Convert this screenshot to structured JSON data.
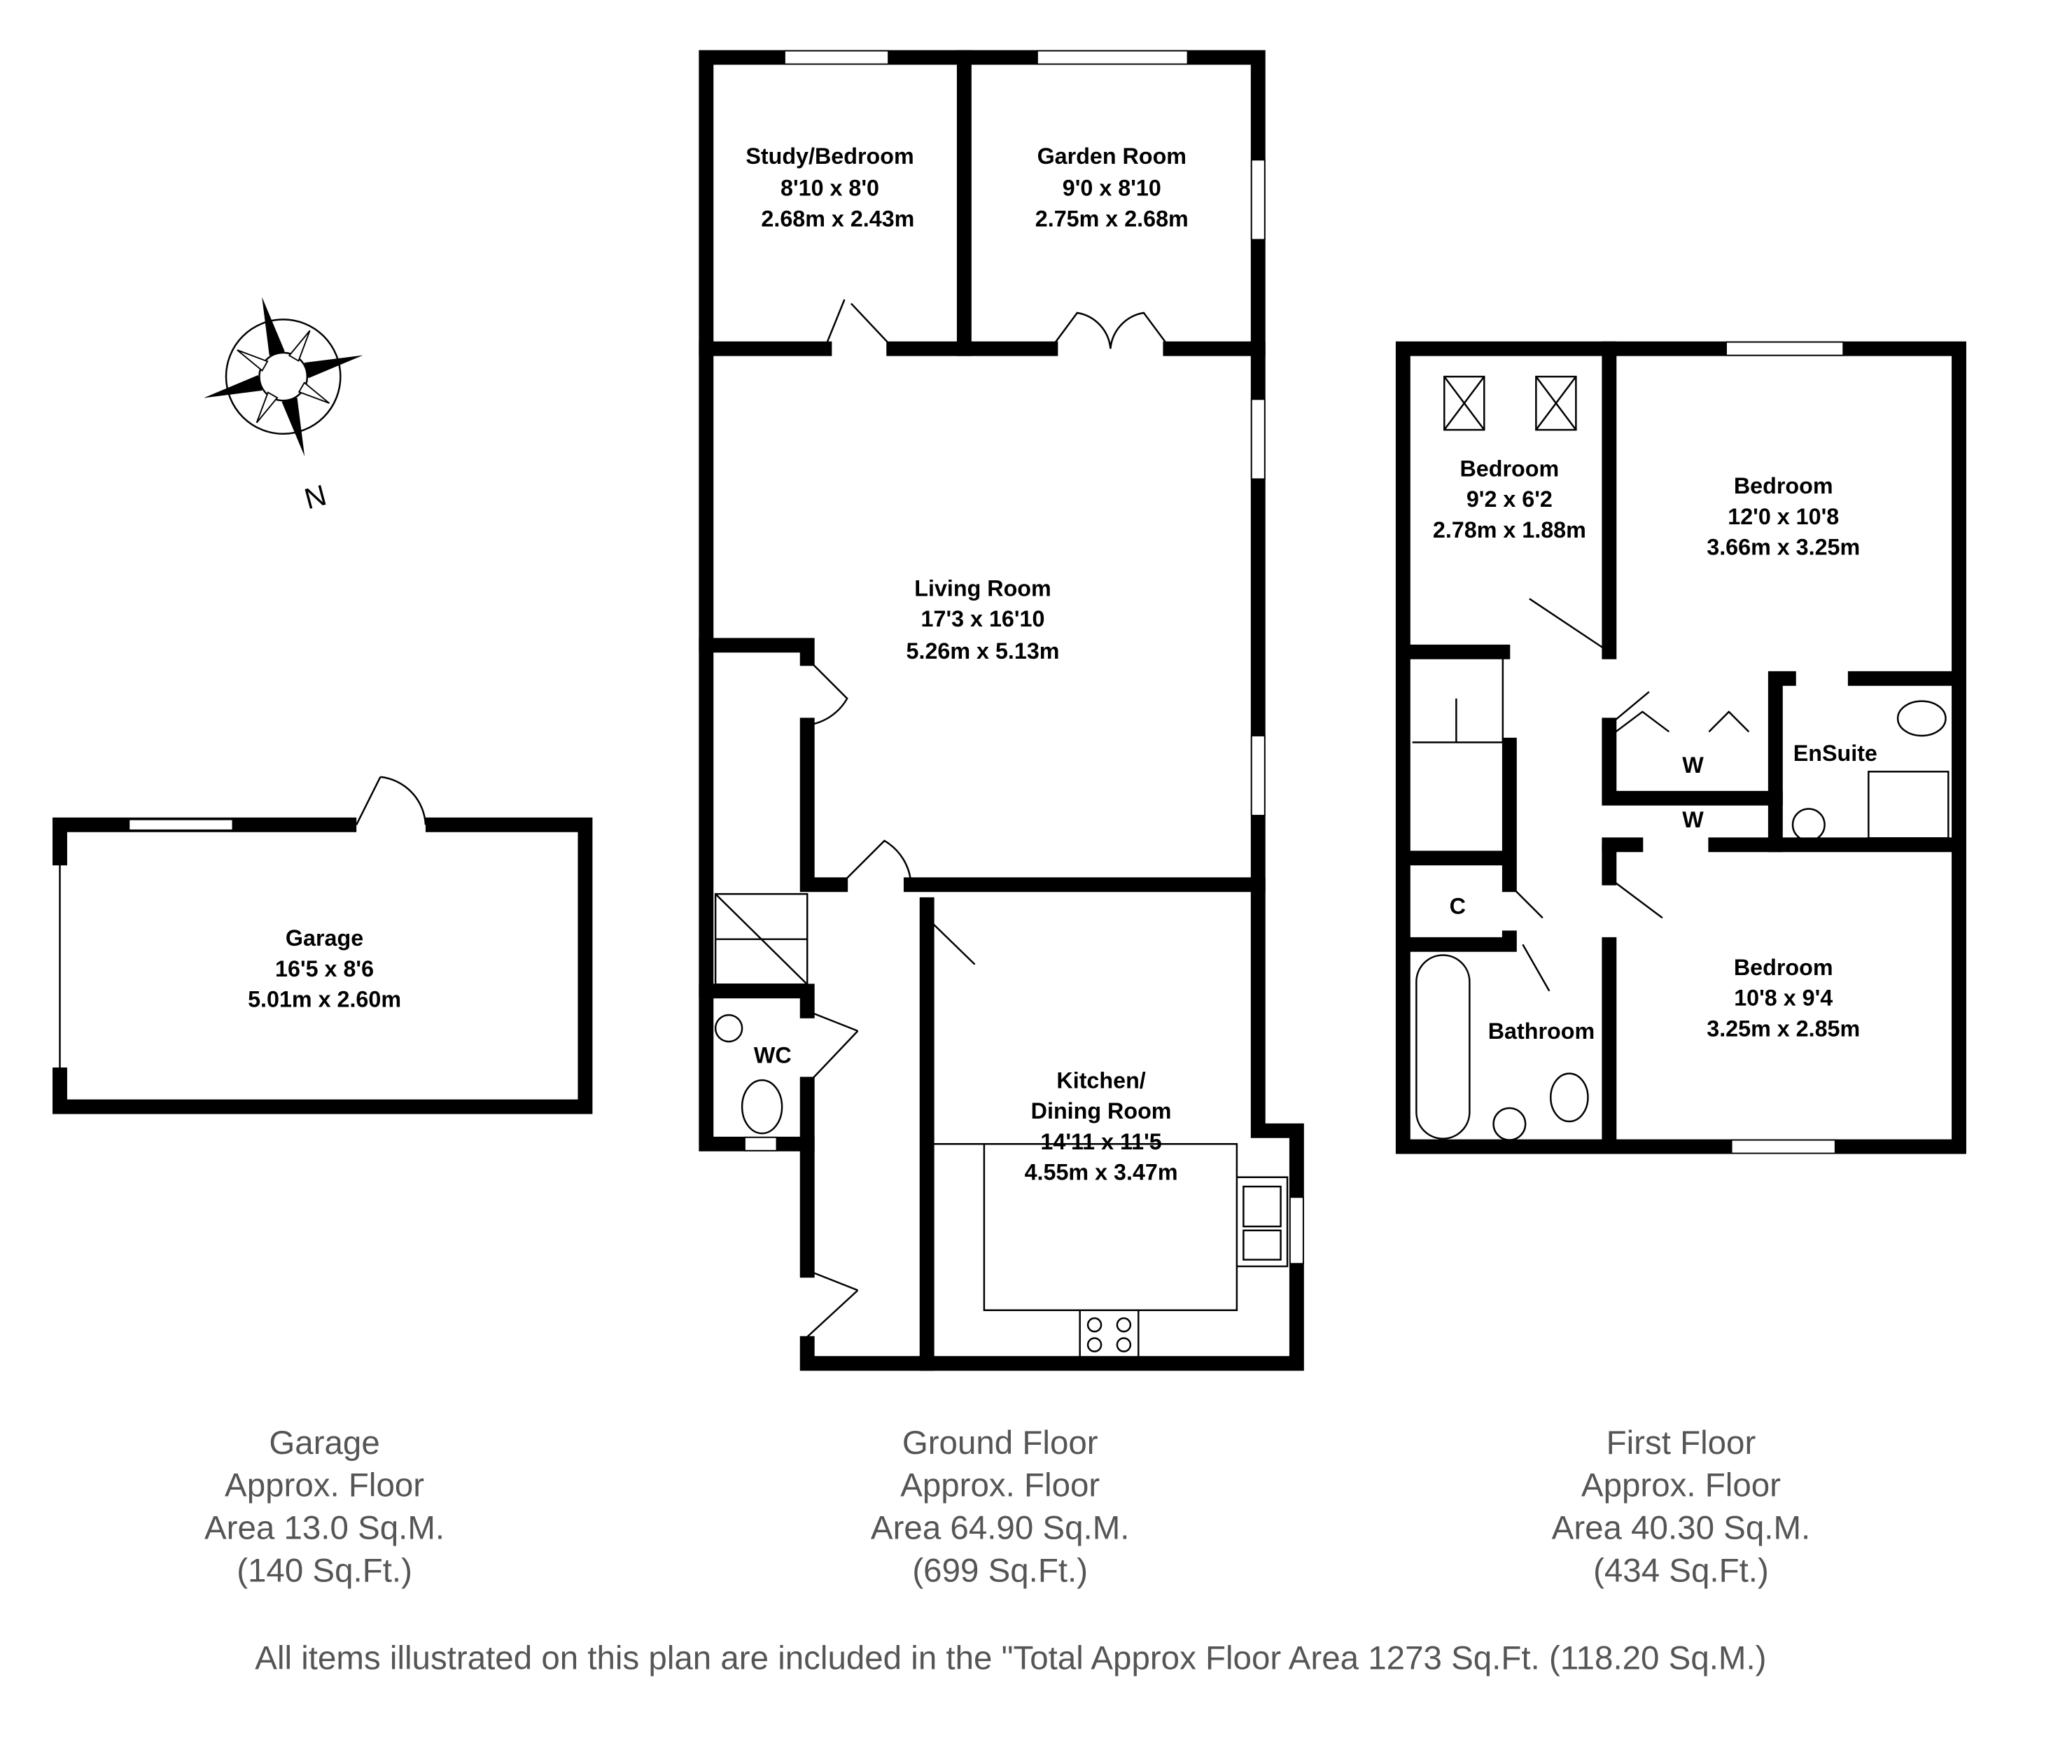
{
  "compass": {
    "north_label": "N"
  },
  "garage_plan": {
    "rooms": [
      {
        "name": "Garage",
        "imperial": "16'5 x 8'6",
        "metric": "5.01m x 2.60m"
      }
    ]
  },
  "ground_floor": {
    "rooms": [
      {
        "name": "Study/Bedroom",
        "imperial": "8'10 x 8'0",
        "metric": "2.68m x 2.43m"
      },
      {
        "name": "Garden Room",
        "imperial": "9'0 x 8'10",
        "metric": "2.75m x 2.68m"
      },
      {
        "name": "Living Room",
        "imperial": "17'3 x 16'10",
        "metric": "5.26m x 5.13m"
      },
      {
        "name": "Kitchen/",
        "name2": "Dining Room",
        "imperial": "14'11 x 11'5",
        "metric": "4.55m x 3.47m"
      },
      {
        "name": "WC"
      }
    ]
  },
  "first_floor": {
    "rooms": [
      {
        "name": "Bedroom",
        "imperial": "9'2 x 6'2",
        "metric": "2.78m x 1.88m"
      },
      {
        "name": "Bedroom",
        "imperial": "12'0 x 10'8",
        "metric": "3.66m x 3.25m"
      },
      {
        "name": "Bedroom",
        "imperial": "10'8 x 9'4",
        "metric": "3.25m x 2.85m"
      },
      {
        "name": "EnSuite"
      },
      {
        "name": "Bathroom"
      },
      {
        "name": "W"
      },
      {
        "name": "W"
      },
      {
        "name": "C"
      }
    ]
  },
  "areas": [
    {
      "lines": [
        "Garage",
        "Approx. Floor",
        "Area 13.0 Sq.M.",
        "(140 Sq.Ft.)"
      ]
    },
    {
      "lines": [
        "Ground Floor",
        "Approx. Floor",
        "Area 64.90 Sq.M.",
        "(699 Sq.Ft.)"
      ]
    },
    {
      "lines": [
        "First Floor",
        "Approx. Floor",
        "Area 40.30 Sq.M.",
        "(434 Sq.Ft.)"
      ]
    }
  ],
  "footer": "All items illustrated on this plan are included in the \"Total Approx Floor Area 1273 Sq.Ft. (118.20 Sq.M.)"
}
